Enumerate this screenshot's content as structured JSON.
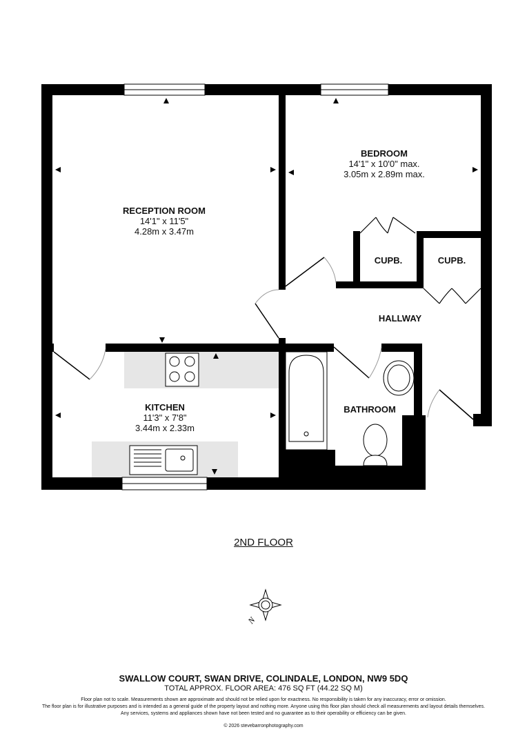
{
  "rooms": {
    "reception": {
      "name": "RECEPTION ROOM",
      "imperial": "14'1\" x 11'5\"",
      "metric": "4.28m x 3.47m"
    },
    "bedroom": {
      "name": "BEDROOM",
      "imperial": "14'1\" x 10'0\" max.",
      "metric": "3.05m x 2.89m max."
    },
    "kitchen": {
      "name": "KITCHEN",
      "imperial": "11'3\" x 7'8\"",
      "metric": "3.44m x 2.33m"
    },
    "bathroom": {
      "name": "BATHROOM"
    },
    "hallway": {
      "name": "HALLWAY"
    },
    "cupboard1": {
      "name": "CUPB."
    },
    "cupboard2": {
      "name": "CUPB."
    }
  },
  "floor_label": "2ND FLOOR",
  "compass_letter": "N",
  "footer": {
    "address": "SWALLOW COURT, SWAN DRIVE, COLINDALE, LONDON, NW9 5DQ",
    "area": "TOTAL APPROX. FLOOR AREA: 476 SQ FT (44.22 SQ M)",
    "disclaimer": [
      "Floor plan not to scale. Measurements shown are approximate and should not be relied upon for exactness. No responsibility is taken for any inaccuracy, error or omission.",
      "The floor plan is for illustrative purposes and is intended as a general guide of the property layout and nothing more. Anyone using this floor plan should check all measurements and layout details themselves.",
      "Any services, systems and appliances shown have not been tested and no guarantee as to their operability or efficiency can be given."
    ],
    "copyright": "© 2026 stevebarronphotography.com"
  }
}
